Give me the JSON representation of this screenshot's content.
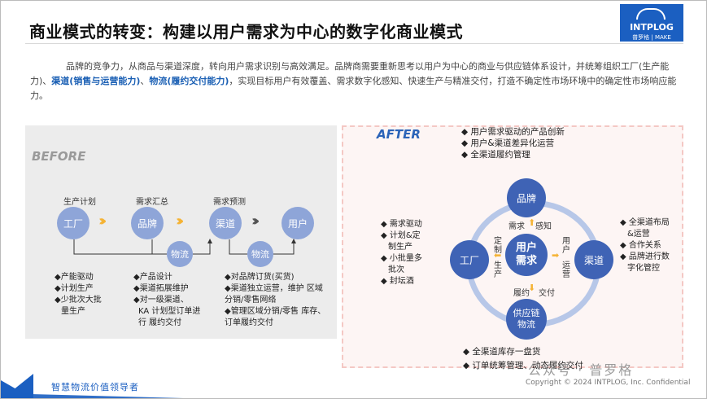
{
  "title": "商业模式的转变：构建以用户需求为中心的数字化商业模式",
  "logo": {
    "brand": "INTPLOG",
    "sub": "普罗格 | MAKE LOGISTICS FIT"
  },
  "intro": {
    "part1": "品牌的竞争力，从商品与渠道深度，转向用户需求识别与高效满足。品牌商需要重新思考以用户为中心的商业与供应链体系设计，并统筹组织工厂(生产能力)、",
    "highlight1": "渠道(销售与运营能力)",
    "sep": "、",
    "highlight2": "物流(履约交付能力)",
    "part2": "，实现目标用户有效覆盖、需求数字化感知、快速生产与精准交付，打造不确定性市场环境中的确定性市场响应能力。"
  },
  "before": {
    "tag": "BEFORE",
    "nodes": {
      "factory": "工厂",
      "brand": "品牌",
      "channel": "渠道",
      "user": "用户",
      "logistics1": "物流",
      "logistics2": "物流"
    },
    "labels": {
      "plan": "生产计划",
      "demand_sum": "需求汇总",
      "demand_forecast": "需求预测"
    },
    "lists": {
      "factory": [
        "◆产能驱动",
        "◆计划生产",
        "◆少批次大批",
        "量生产"
      ],
      "brand": [
        "◆产品设计",
        "◆渠道拓展维护",
        "◆对一级渠道、",
        "KA 计划型订单进",
        "行 履约交付"
      ],
      "channel": [
        "◆对品牌订货(买货)",
        "◆渠道独立运营，维护 区域",
        "分销/零售网络",
        "◆管理区域分销/零售 库存、",
        "订单履约交付"
      ]
    }
  },
  "after": {
    "tag": "AFTER",
    "center": "用户需求",
    "nodes": {
      "brand": "品牌",
      "factory": "工厂",
      "channel": "渠道",
      "supply": "供应链物流"
    },
    "inner_labels": {
      "top_left": "需求",
      "top_right": "感知",
      "left_top": "定制",
      "left_bottom": "生产",
      "right_top": "用户",
      "right_bottom": "运营",
      "bottom_left": "履约",
      "bottom_right": "交付"
    },
    "top_list": [
      "用户需求驱动的产品创新",
      "用户&渠道差异化运营",
      "全渠道履约管理"
    ],
    "left_list": [
      "需求驱动",
      "计划&定",
      "制生产",
      "小批量多",
      "批次",
      "封坛酒"
    ],
    "right_list": [
      "全渠道布局",
      "&运营",
      "合作关系",
      "品牌进行数",
      "字化管控"
    ],
    "bottom_list": [
      "全渠道库存一盘货",
      "订单统筹管理、动态履约交付"
    ]
  },
  "footer": {
    "slogan": "智慧物流价值领导者",
    "copyright": "Copyright © 2024 INTPLOG, Inc. Confidential",
    "watermark": "公众号 · 普罗格"
  },
  "colors": {
    "node": "#8ea5d8",
    "node_dark": "#3f63b5",
    "accent": "#1b5fc1",
    "chevron": "#f5b335"
  }
}
